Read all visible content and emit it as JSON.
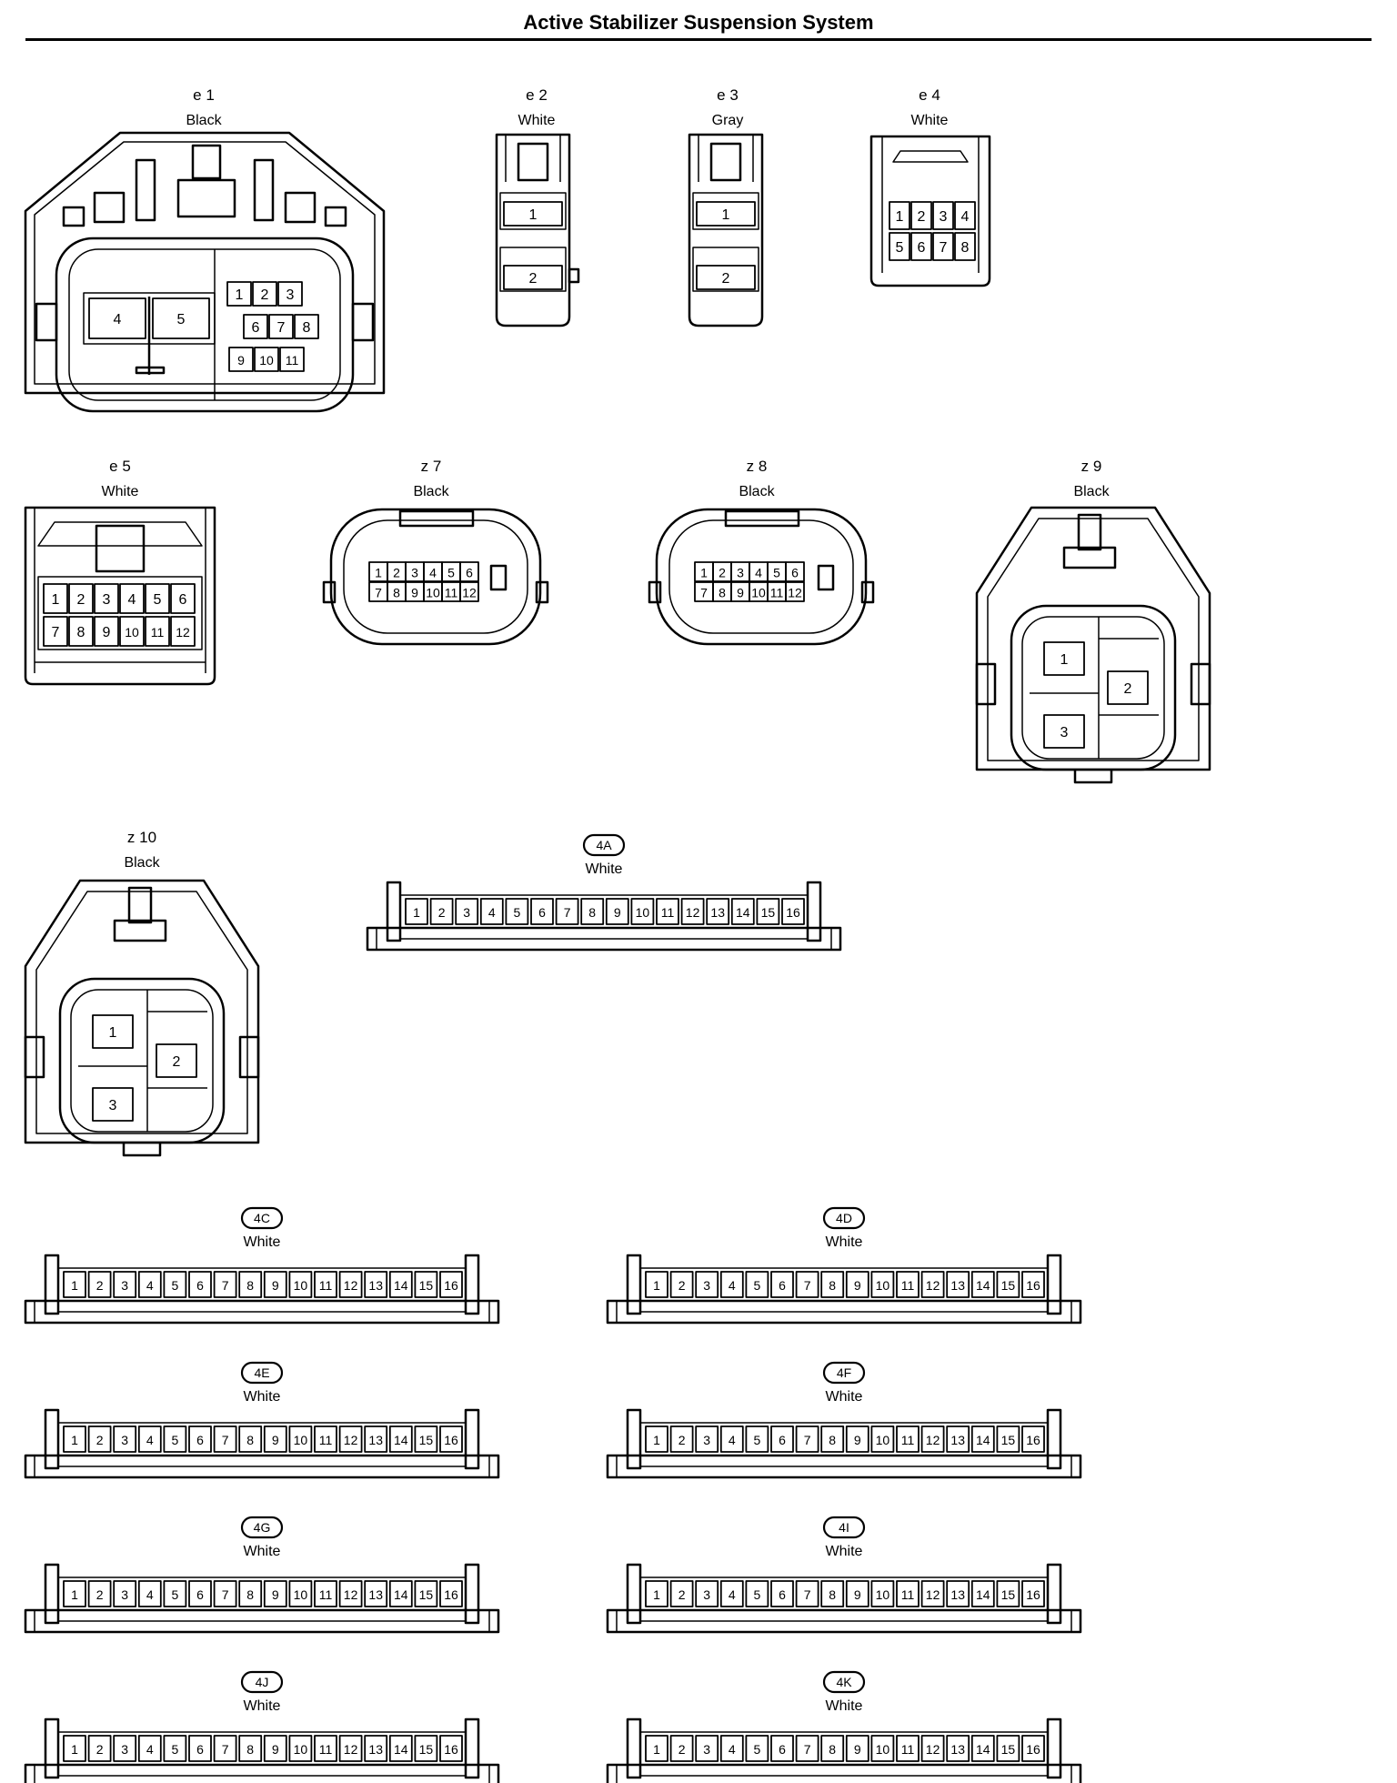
{
  "title": "Active Stabilizer Suspension System",
  "connectors": [
    {
      "id": "e 1",
      "color": "Black",
      "pins": [
        "1",
        "2",
        "3",
        "4",
        "5",
        "6",
        "7",
        "8",
        "9",
        "10",
        "11"
      ]
    },
    {
      "id": "e 2",
      "color": "White",
      "pins": [
        "1",
        "2"
      ]
    },
    {
      "id": "e 3",
      "color": "Gray",
      "pins": [
        "1",
        "2"
      ]
    },
    {
      "id": "e 4",
      "color": "White",
      "pins": [
        "1",
        "2",
        "3",
        "4",
        "5",
        "6",
        "7",
        "8"
      ]
    },
    {
      "id": "e 5",
      "color": "White",
      "pins": [
        "1",
        "2",
        "3",
        "4",
        "5",
        "6",
        "7",
        "8",
        "9",
        "10",
        "11",
        "12"
      ]
    },
    {
      "id": "z 7",
      "color": "Black",
      "pins": [
        "1",
        "2",
        "3",
        "4",
        "5",
        "6",
        "7",
        "8",
        "9",
        "10",
        "11",
        "12"
      ]
    },
    {
      "id": "z 8",
      "color": "Black",
      "pins": [
        "1",
        "2",
        "3",
        "4",
        "5",
        "6",
        "7",
        "8",
        "9",
        "10",
        "11",
        "12"
      ]
    },
    {
      "id": "z 9",
      "color": "Black",
      "pins": [
        "1",
        "2",
        "3"
      ]
    },
    {
      "id": "z 10",
      "color": "Black",
      "pins": [
        "1",
        "2",
        "3"
      ]
    },
    {
      "id": "4A",
      "color": "White",
      "badge": true,
      "pins": [
        "1",
        "2",
        "3",
        "4",
        "5",
        "6",
        "7",
        "8",
        "9",
        "10",
        "11",
        "12",
        "13",
        "14",
        "15",
        "16"
      ]
    },
    {
      "id": "4C",
      "color": "White",
      "badge": true,
      "pins": [
        "1",
        "2",
        "3",
        "4",
        "5",
        "6",
        "7",
        "8",
        "9",
        "10",
        "11",
        "12",
        "13",
        "14",
        "15",
        "16"
      ]
    },
    {
      "id": "4D",
      "color": "White",
      "badge": true,
      "pins": [
        "1",
        "2",
        "3",
        "4",
        "5",
        "6",
        "7",
        "8",
        "9",
        "10",
        "11",
        "12",
        "13",
        "14",
        "15",
        "16"
      ]
    },
    {
      "id": "4E",
      "color": "White",
      "badge": true,
      "pins": [
        "1",
        "2",
        "3",
        "4",
        "5",
        "6",
        "7",
        "8",
        "9",
        "10",
        "11",
        "12",
        "13",
        "14",
        "15",
        "16"
      ]
    },
    {
      "id": "4F",
      "color": "White",
      "badge": true,
      "pins": [
        "1",
        "2",
        "3",
        "4",
        "5",
        "6",
        "7",
        "8",
        "9",
        "10",
        "11",
        "12",
        "13",
        "14",
        "15",
        "16"
      ]
    },
    {
      "id": "4G",
      "color": "White",
      "badge": true,
      "pins": [
        "1",
        "2",
        "3",
        "4",
        "5",
        "6",
        "7",
        "8",
        "9",
        "10",
        "11",
        "12",
        "13",
        "14",
        "15",
        "16"
      ]
    },
    {
      "id": "4I",
      "color": "White",
      "badge": true,
      "pins": [
        "1",
        "2",
        "3",
        "4",
        "5",
        "6",
        "7",
        "8",
        "9",
        "10",
        "11",
        "12",
        "13",
        "14",
        "15",
        "16"
      ]
    },
    {
      "id": "4J",
      "color": "White",
      "badge": true,
      "pins": [
        "1",
        "2",
        "3",
        "4",
        "5",
        "6",
        "7",
        "8",
        "9",
        "10",
        "11",
        "12",
        "13",
        "14",
        "15",
        "16"
      ]
    },
    {
      "id": "4K",
      "color": "White",
      "badge": true,
      "pins": [
        "1",
        "2",
        "3",
        "4",
        "5",
        "6",
        "7",
        "8",
        "9",
        "10",
        "11",
        "12",
        "13",
        "14",
        "15",
        "16"
      ]
    }
  ]
}
